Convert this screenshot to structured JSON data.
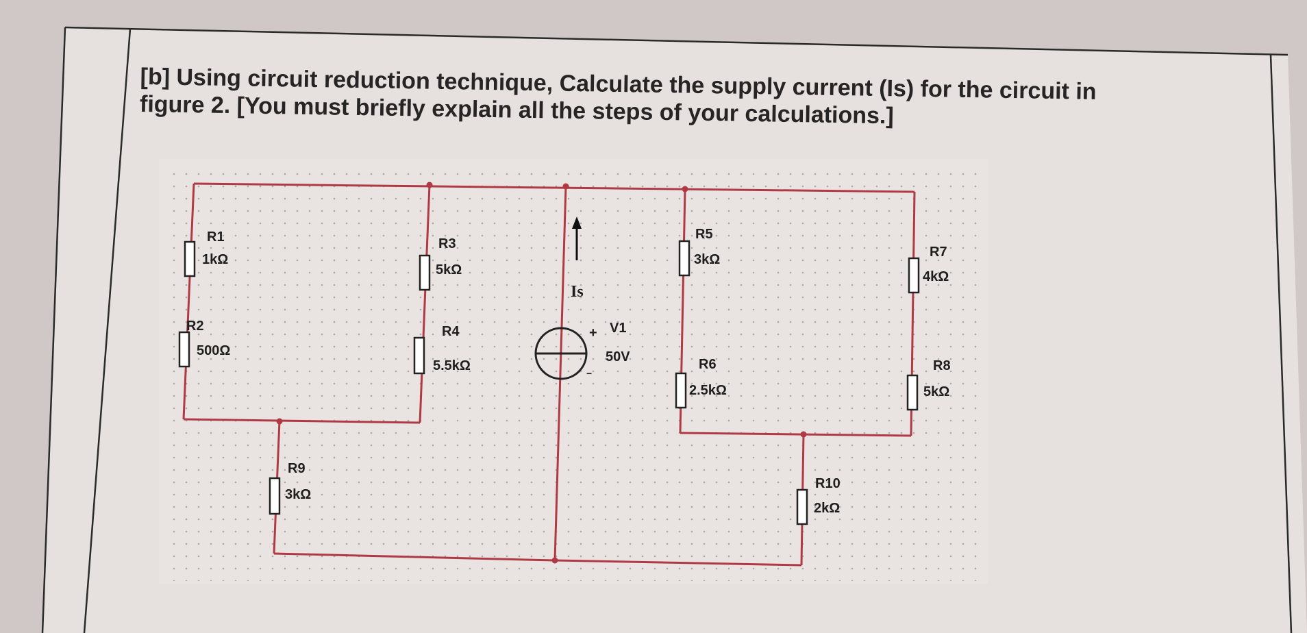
{
  "question": {
    "line1": "[b] Using circuit reduction technique, Calculate the supply current (Is) for the circuit in",
    "line2": "figure 2.  [You must briefly explain all the steps of your calculations.]"
  },
  "circuit": {
    "resistors": [
      {
        "id": "r1",
        "name": "R1",
        "value": "1kΩ"
      },
      {
        "id": "r2",
        "name": "R2",
        "value": "500Ω"
      },
      {
        "id": "r3",
        "name": "R3",
        "value": "5kΩ"
      },
      {
        "id": "r4",
        "name": "R4",
        "value": "5.5kΩ"
      },
      {
        "id": "r5",
        "name": "R5",
        "value": "3kΩ"
      },
      {
        "id": "r6",
        "name": "R6",
        "value": "2.5kΩ"
      },
      {
        "id": "r7",
        "name": "R7",
        "value": "4kΩ"
      },
      {
        "id": "r8",
        "name": "R8",
        "value": "5kΩ"
      },
      {
        "id": "r9",
        "name": "R9",
        "value": "3kΩ"
      },
      {
        "id": "r10",
        "name": "R10",
        "value": "2kΩ"
      }
    ],
    "source": {
      "name": "V1",
      "value": "50V",
      "plus": "+",
      "minus": "−"
    },
    "current_label": "Is",
    "wire_color": "#b03a44"
  }
}
